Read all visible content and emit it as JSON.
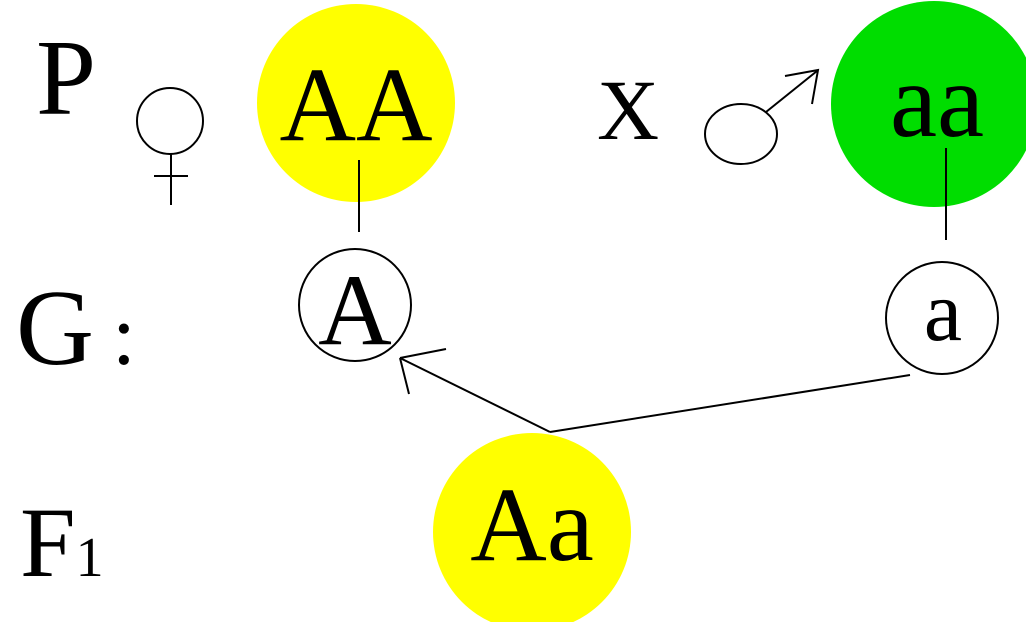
{
  "rows": {
    "parents_label": "P",
    "gametes_label": "G",
    "gametes_colon": ":",
    "f1_label": "F",
    "f1_subscript": "1"
  },
  "cross_symbol": "X",
  "female_parent": {
    "genotype": "AA",
    "color": "#ffff00",
    "icon": "female-sign-icon"
  },
  "male_parent": {
    "genotype": "aa",
    "color": "#00dd00",
    "icon": "male-sign-icon"
  },
  "gametes": {
    "female": "A",
    "male": "a"
  },
  "offspring": {
    "genotype": "Aa",
    "color": "#ffff00"
  }
}
